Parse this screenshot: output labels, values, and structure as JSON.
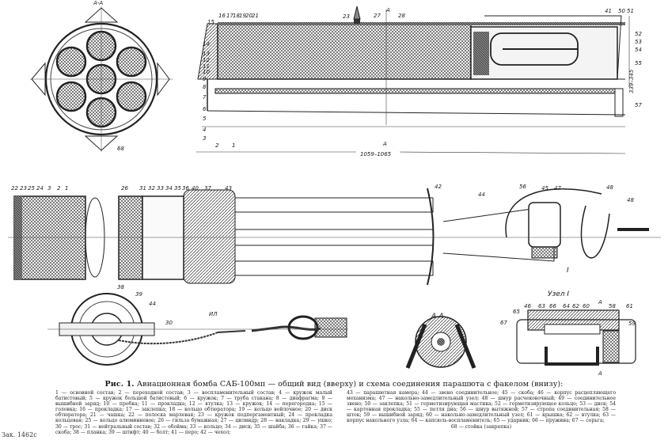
{
  "figure": {
    "caption_prefix": "Рис. 1.",
    "caption_text": "Авиационная бомба САБ-100мп — общий вид (вверху) и схема соединения парашюта с факелом (внизу):",
    "section_labels": {
      "top_view_section": "А-А",
      "section_aa_bottom": "А-А",
      "node_title": "Узел I",
      "section_arrow": "А",
      "node_marker": "I",
      "cord_marker": "ИЛ"
    },
    "dimensions": {
      "overall_length": "1059–1065",
      "diameter": "339–345"
    },
    "callouts": {
      "top_left_column": [
        "15",
        "14",
        "13",
        "12",
        "11",
        "10",
        "9",
        "8",
        "7",
        "6",
        "5",
        "4",
        "3"
      ],
      "top_header_row": [
        "16",
        "17",
        "18",
        "19",
        "20",
        "21"
      ],
      "top_mid": [
        "23",
        "27",
        "28"
      ],
      "top_bottom": [
        "2",
        "1"
      ],
      "top_right": [
        "41",
        "50",
        "51",
        "52",
        "53",
        "54",
        "55",
        "57"
      ],
      "end_view": [
        "68"
      ],
      "bottom_row_left": [
        "22",
        "23",
        "25",
        "24",
        "3",
        "2",
        "1"
      ],
      "bottom_row_mid": [
        "26",
        "31",
        "32",
        "33",
        "34",
        "35",
        "36",
        "40",
        "37",
        "43"
      ],
      "bottom_row_right": [
        "42",
        "44",
        "56",
        "45",
        "47",
        "48",
        "48"
      ],
      "disk_view": [
        "38",
        "39",
        "44",
        "30"
      ],
      "node_labels": [
        "46",
        "63",
        "66",
        "64",
        "62",
        "60",
        "58",
        "61",
        "65",
        "67",
        "59"
      ]
    }
  },
  "legend_left": "1 — основной состав; 2 — переходной состав; 3 — воспламенительный состав; 4 — кружок малый батистовый; 5 — кружок большой батистовый; 6 — кружок; 7 — труба стакана; 8 — диафрагма; 9 — вышибной заряд; 10 — пробка; 11 — прокладка; 12 — втулка; 13 — кружок; 14 — перегородка; 15 — головка; 16 — прокладка; 17 — заклепка; 18 — кольцо обтюратора; 19 — кольцо войлочное; 20 — диск обтюратора; 21 — чашка; 22 — полоска марлевая; 23 — кружок подпергаментный; 24 — прокладка кольцевая; 25 — кольцо алюминиевое; 26 — гильза бумажная; 27 — цилиндр; 28 — накладка; 29 — ушко; 30 — трос; 31 — нейтральный состав; 32 — обойма; 33 — кольцо; 34 — диск; 35 — шайба; 36 — гайка; 37 — скоба; 38 — планка; 39 — штифт; 40 — болт; 41 — перо; 42 — чехол;",
  "legend_right": "43 — парашютная камера; 44 — звено соединительное; 45 — скоба; 46 — корпус расцепляющего механизма; 47 — накольно-замедлительный узел; 48 — шнур расчековочный; 49 — соединительное звено; 50 — заклепка; 51 — герметизирующая мастика; 52 — герметизирующее кольцо; 53 — диск; 54 — картонная прокладка; 55 — петля дна; 56 — шнур вытяжной; 57 — стропа соединительная; 58 — шток; 59 — вышибной заряд; 60 — накольно-замедлительный узел; 61 — крышка; 62 — втулка; 63 — корпус накольного узла; 64 — капсюль-воспламенитель; 65 — ударник; 66 — пружина; 67 — серьга;",
  "legend_right_last": "68 — стойка (закрепка)",
  "footer": "Зак. 1462с"
}
